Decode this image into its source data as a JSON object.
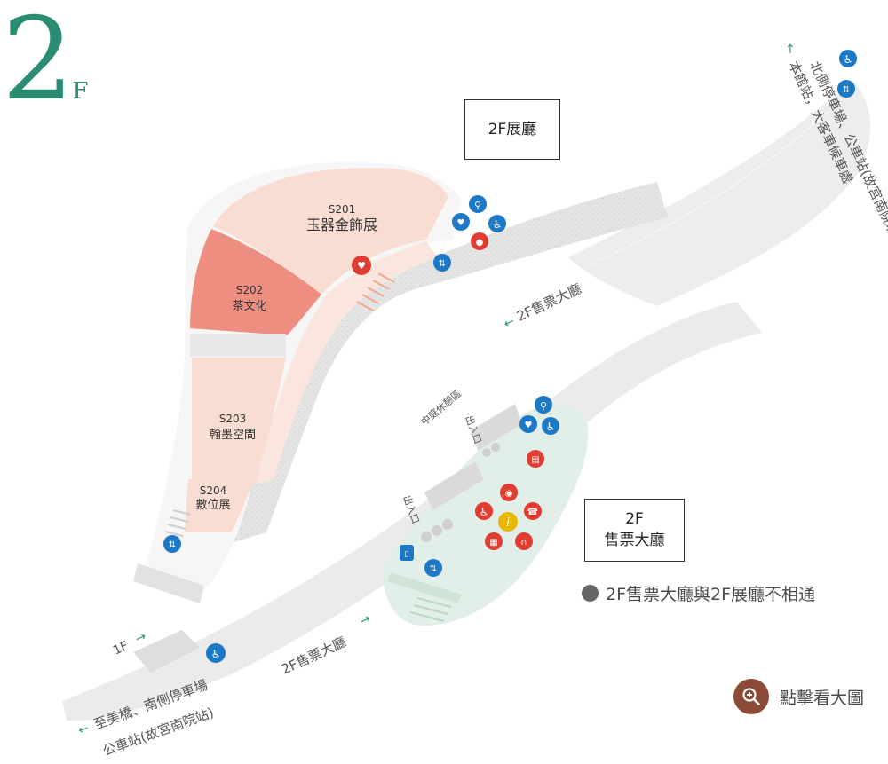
{
  "floor": {
    "number": "2",
    "suffix": "F"
  },
  "zones": {
    "exhibition_hall": "2F展廳",
    "ticket_hall_floor": "2F",
    "ticket_hall_name": "售票大廳"
  },
  "rooms": [
    {
      "code": "S201",
      "name": "玉器金飾展"
    },
    {
      "code": "S202",
      "name": "茶文化"
    },
    {
      "code": "S203",
      "name": "翰墨空間"
    },
    {
      "code": "S204",
      "name": "數位展"
    }
  ],
  "corridor_labels": {
    "ticket_hall_upper": "2F售票大廳",
    "ticket_hall_lower": "2F售票大廳",
    "first_floor": "1F",
    "rest_area": "中庭休憩區",
    "entrance_1": "出入口",
    "entrance_2": "出入口"
  },
  "routes": {
    "north_line1": "本館站，大客車候車處",
    "north_line2": "北側停車場、公車站(故宮南院北站)",
    "south_line1": "至美橋、南側停車場",
    "south_line2": "公車站(故宮南院站)"
  },
  "legend": {
    "not_connected": "2F售票大廳與2F展廳不相通"
  },
  "zoom": {
    "label": "點擊看大圖"
  },
  "icons": {
    "exhibition_area": [
      "restroom-icon",
      "baby-care-icon",
      "wheelchair-icon",
      "nursing-room-icon",
      "elevator-icon",
      "aed-icon"
    ],
    "ticket_area": [
      "restroom-icon",
      "baby-care-icon",
      "wheelchair-icon",
      "ticket-icon",
      "stroller-icon",
      "information-icon",
      "audio-guide-icon",
      "locker-icon",
      "elevator-icon",
      "phone-icon"
    ],
    "corridor": [
      "wheelchair-icon",
      "elevator-icon"
    ]
  },
  "colors": {
    "accent": "#2a8c72",
    "s201": "#f9dcd2",
    "s202": "#ee8e80",
    "s203": "#f9dcd2",
    "corridor": "#ebebeb",
    "ticket_hall": "#e2efe8",
    "service_blue": "#1e78c8",
    "service_red": "#e03c31"
  }
}
